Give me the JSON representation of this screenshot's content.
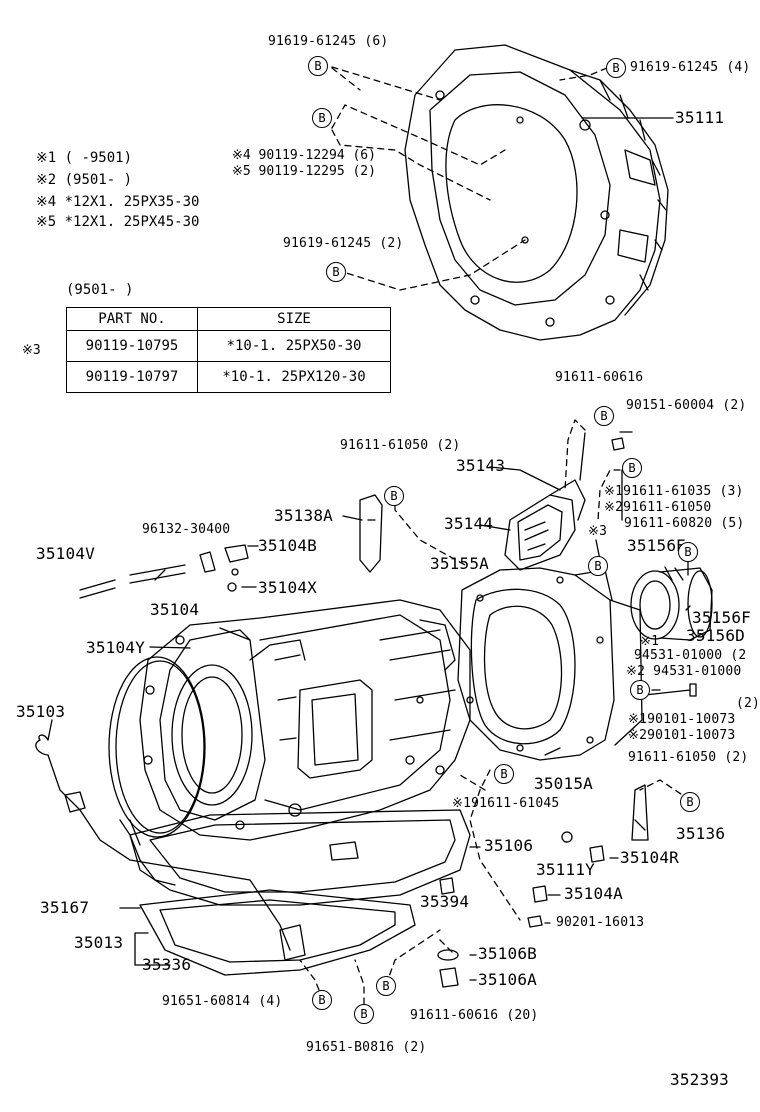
{
  "notes": {
    "n1": "※1 (     -9501)",
    "n2": "※2 (9501-     )",
    "n4": "※4 *12X1. 25PX35-30",
    "n5": "※5 *12X1. 25PX45-30",
    "n4b": "※4  90119-12294 (6)",
    "n5b": "※5  90119-12295 (2)"
  },
  "table": {
    "caption": "(9501-     )",
    "marker": "※3",
    "header_part": "PART  NO.",
    "header_size": "SIZE",
    "rows": [
      {
        "part": "90119-10795",
        "size": "*10-1. 25PX50-30"
      },
      {
        "part": "90119-10797",
        "size": "*10-1. 25PX120-30"
      }
    ]
  },
  "labels": {
    "l91619_6": "91619-61245 (6)",
    "l91619_4": "91619-61245 (4)",
    "l35111": "35111",
    "l91619_2": "91619-61245 (2)",
    "l91611_60616": "91611-60616",
    "l90151": "90151-60004 (2)",
    "l91611_61050a": "91611-61050 (2)",
    "l35143": "35143",
    "l91611_61035": "※191611-61035 (3)",
    "l91611_61050b": "※291611-61050",
    "l91611_60820": "91611-60820 (5)",
    "l96132": "96132-30400",
    "l35138A": "35138A",
    "l35144": "35144",
    "l3mark": "※3",
    "l35156E": "35156E",
    "l35104V": "35104V",
    "l35104B": "35104B",
    "l35155A": "35155A",
    "l35104X": "35104X",
    "l35156F": "35156F",
    "l35104": "35104",
    "l35156D": "35156D",
    "l35104Y": "35104Y",
    "l94531a": "※1",
    "l94531a2": "94531-01000 (2",
    "l94531b": "※2 94531-01000",
    "l2mark": "(2)",
    "l90101a": "※190101-10073",
    "l90101b": "※290101-10073",
    "l35103": "35103",
    "l35015A": "35015A",
    "l91611_61050c": "91611-61050 (2)",
    "l91611_61045": "※191611-61045",
    "l35136": "35136",
    "l35106": "35106",
    "l35111Y": "35111Y",
    "l35104R": "35104R",
    "l35104A": "35104A",
    "l35167": "35167",
    "l35394": "35394",
    "l90201": "90201-16013",
    "l35013": "35013",
    "l35106B": "35106B",
    "l35336": "35336",
    "l35106A": "35106A",
    "l91651_60814": "91651-60814 (4)",
    "l91611_60616b": "91611-60616 (20)",
    "l91651_b0816": "91651-B0816 (2)",
    "l352393": "352393"
  },
  "bolt_marker": "B"
}
